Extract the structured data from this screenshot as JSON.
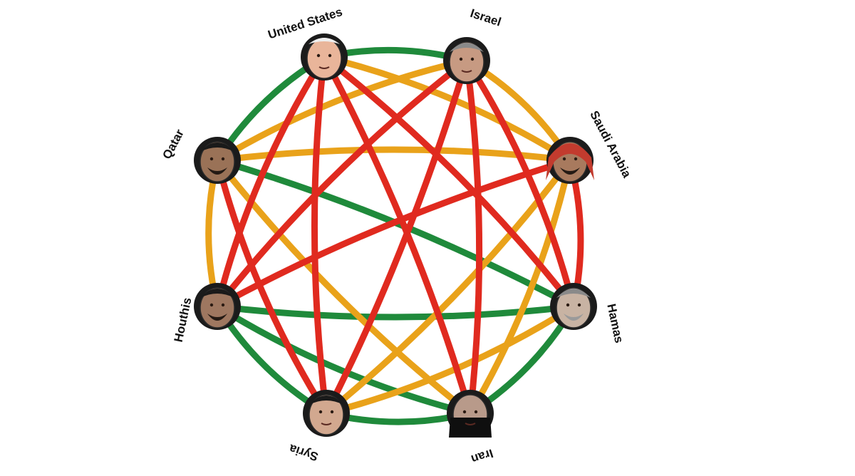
{
  "colors": {
    "green": "#1f8a3b",
    "yellow": "#e9a21a",
    "red": "#e02a1f",
    "label": "#111111"
  },
  "nodes": [
    {
      "id": "usa",
      "label": "United States",
      "face": "portrait-icon"
    },
    {
      "id": "israel",
      "label": "Israel",
      "face": "portrait-icon"
    },
    {
      "id": "saudi",
      "label": "Saudi Arabia",
      "face": "portrait-icon"
    },
    {
      "id": "hamas",
      "label": "Hamas",
      "face": "portrait-icon"
    },
    {
      "id": "iran",
      "label": "Iran",
      "face": "portrait-icon"
    },
    {
      "id": "syria",
      "label": "Syria",
      "face": "portrait-icon"
    },
    {
      "id": "houthis",
      "label": "Houthis",
      "face": "portrait-icon"
    },
    {
      "id": "qatar",
      "label": "Qatar",
      "face": "portrait-icon"
    }
  ],
  "edges": [
    {
      "from": "usa",
      "to": "israel",
      "relation": "green"
    },
    {
      "from": "usa",
      "to": "qatar",
      "relation": "green"
    },
    {
      "from": "usa",
      "to": "saudi",
      "relation": "yellow"
    },
    {
      "from": "usa",
      "to": "hamas",
      "relation": "red"
    },
    {
      "from": "usa",
      "to": "iran",
      "relation": "red"
    },
    {
      "from": "usa",
      "to": "syria",
      "relation": "red"
    },
    {
      "from": "usa",
      "to": "houthis",
      "relation": "red"
    },
    {
      "from": "israel",
      "to": "saudi",
      "relation": "yellow"
    },
    {
      "from": "israel",
      "to": "qatar",
      "relation": "yellow"
    },
    {
      "from": "israel",
      "to": "hamas",
      "relation": "red"
    },
    {
      "from": "israel",
      "to": "iran",
      "relation": "red"
    },
    {
      "from": "israel",
      "to": "syria",
      "relation": "red"
    },
    {
      "from": "israel",
      "to": "houthis",
      "relation": "red"
    },
    {
      "from": "saudi",
      "to": "qatar",
      "relation": "yellow"
    },
    {
      "from": "saudi",
      "to": "hamas",
      "relation": "red"
    },
    {
      "from": "saudi",
      "to": "iran",
      "relation": "yellow"
    },
    {
      "from": "saudi",
      "to": "syria",
      "relation": "yellow"
    },
    {
      "from": "saudi",
      "to": "houthis",
      "relation": "red"
    },
    {
      "from": "qatar",
      "to": "hamas",
      "relation": "green"
    },
    {
      "from": "qatar",
      "to": "iran",
      "relation": "yellow"
    },
    {
      "from": "qatar",
      "to": "syria",
      "relation": "red"
    },
    {
      "from": "qatar",
      "to": "houthis",
      "relation": "yellow"
    },
    {
      "from": "hamas",
      "to": "iran",
      "relation": "green"
    },
    {
      "from": "hamas",
      "to": "syria",
      "relation": "yellow"
    },
    {
      "from": "hamas",
      "to": "houthis",
      "relation": "green"
    },
    {
      "from": "iran",
      "to": "syria",
      "relation": "green"
    },
    {
      "from": "iran",
      "to": "houthis",
      "relation": "green"
    },
    {
      "from": "syria",
      "to": "houthis",
      "relation": "green"
    }
  ]
}
